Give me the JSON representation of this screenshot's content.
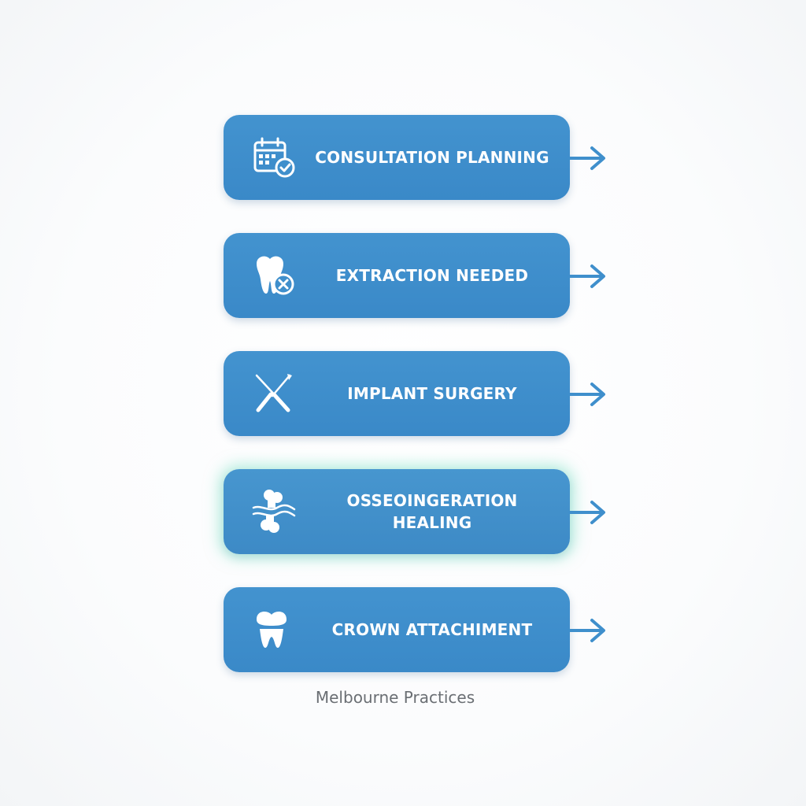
{
  "steps": [
    {
      "label": "CONSULTATION PLANNING",
      "icon": "calendar-check-icon"
    },
    {
      "label": "EXTRACTION NEEDED",
      "icon": "tooth-extraction-icon"
    },
    {
      "label": "IMPLANT SURGERY",
      "icon": "surgical-tools-icon"
    },
    {
      "label_line1": "OSSEOINGERATION",
      "label_line2": "HEALING",
      "icon": "bone-healing-icon",
      "highlighted": true
    },
    {
      "label": "CROWN ATTACHIMENT",
      "icon": "tooth-crown-icon"
    }
  ],
  "footer": {
    "caption": "Melbourne Practices"
  },
  "colors": {
    "box": "#3f8fcc",
    "arrow": "#3f8fcc",
    "highlight_glow": "#82e1c8",
    "text": "#ffffff",
    "caption": "#6a6e73"
  }
}
